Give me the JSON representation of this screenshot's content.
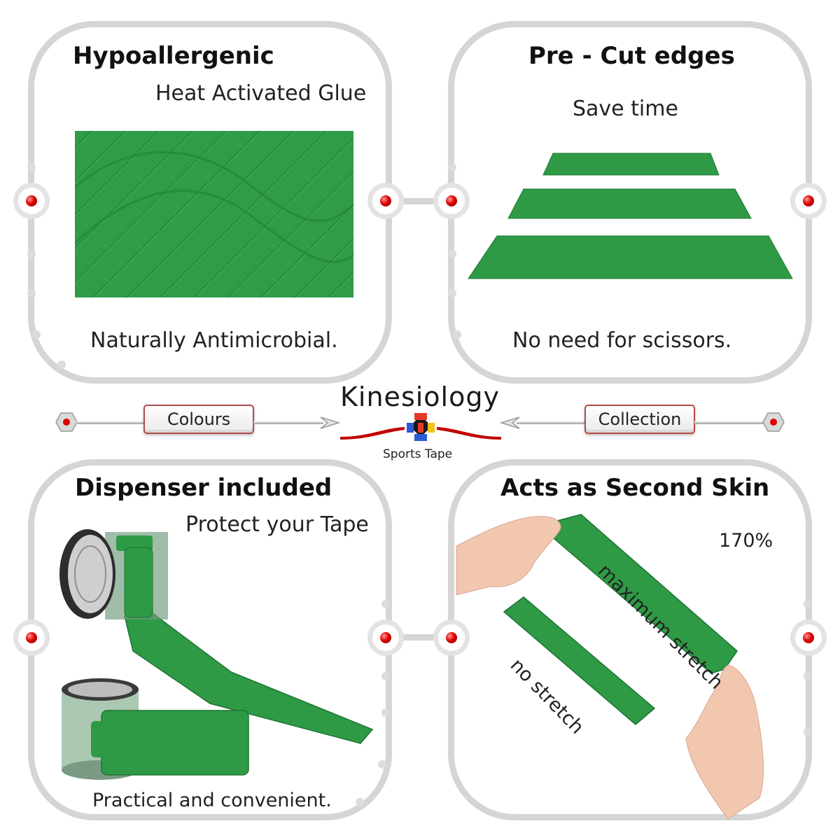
{
  "panels": {
    "top_left": {
      "title": "Hypoallergenic",
      "subtitle": "Heat Activated Glue",
      "caption": "Naturally Antimicrobial."
    },
    "top_right": {
      "title": "Pre - Cut edges",
      "subtitle": "Save time",
      "caption": "No need for scissors."
    },
    "bottom_left": {
      "title": "Dispenser included",
      "subtitle": "Protect your Tape",
      "caption": "Practical and convenient."
    },
    "bottom_right": {
      "title": "Acts as Second Skin",
      "percent": "170%",
      "label_max": "maximum stretch",
      "label_none": "no stretch"
    }
  },
  "center": {
    "left_button": "Colours",
    "right_button": "Collection",
    "brand": "Kinesiology",
    "tagline": "Sports Tape"
  },
  "colors": {
    "tape_green": "#2e9a45",
    "panel_border": "#d5d5d5",
    "node_red": "#e00000",
    "button_border": "#b44a4a"
  }
}
